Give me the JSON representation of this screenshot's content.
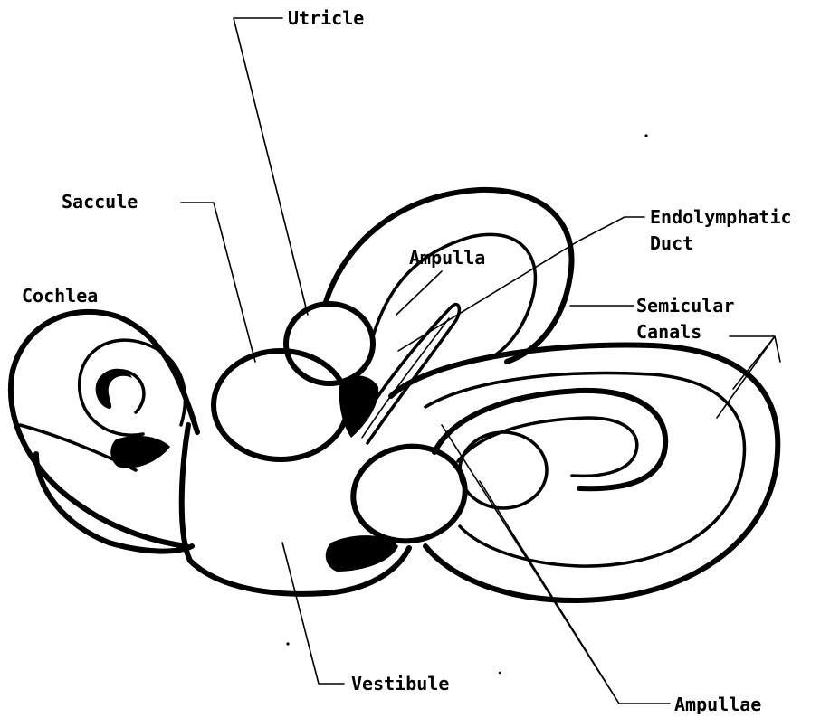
{
  "labels": {
    "utricle": "Utricle",
    "saccule": "Saccule",
    "endolymphatic_line1": "Endolymphatic",
    "endolymphatic_line2": "Duct",
    "ampulla": "Ampulla",
    "cochlea": "Cochlea",
    "semicircular_line1": "Semicular",
    "semicircular_line2": "Canals",
    "vestibule": "Vestibule",
    "ampullae": "Ampullae"
  },
  "colors": {
    "ink": "#000000",
    "paper": "#ffffff"
  }
}
